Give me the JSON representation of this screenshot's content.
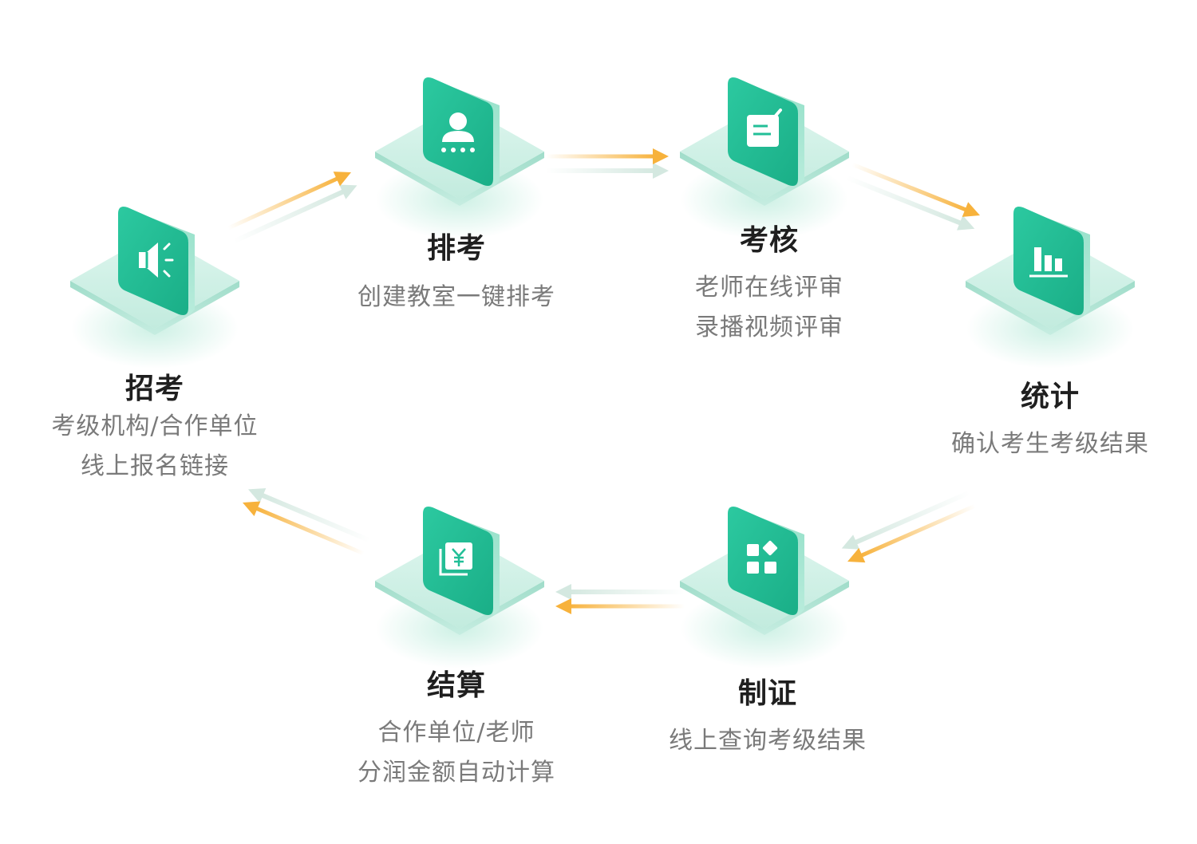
{
  "colors": {
    "accent_green": "#22bf97",
    "accent_green_dark": "#179d7b",
    "platform": "#c6ede1",
    "arrow_orange": "#f7b23c",
    "title_text": "#1f1f1f",
    "desc_text": "#7a7a7a"
  },
  "steps": [
    {
      "key": "recruit",
      "icon": "megaphone-icon",
      "title": "招考",
      "desc": [
        "考级机构/合作单位",
        "线上报名链接"
      ]
    },
    {
      "key": "schedule",
      "icon": "person-icon",
      "title": "排考",
      "desc": [
        "创建教室一键排考"
      ]
    },
    {
      "key": "review",
      "icon": "note-pen-icon",
      "title": "考核",
      "desc": [
        "老师在线评审",
        "录播视频评审"
      ]
    },
    {
      "key": "stats",
      "icon": "bar-chart-icon",
      "title": "统计",
      "desc": [
        "确认考生考级结果"
      ]
    },
    {
      "key": "certify",
      "icon": "blocks-icon",
      "title": "制证",
      "desc": [
        "线上查询考级结果"
      ]
    },
    {
      "key": "settle",
      "icon": "yuan-card-icon",
      "title": "结算",
      "desc": [
        "合作单位/老师",
        "分润金额自动计算"
      ]
    }
  ]
}
